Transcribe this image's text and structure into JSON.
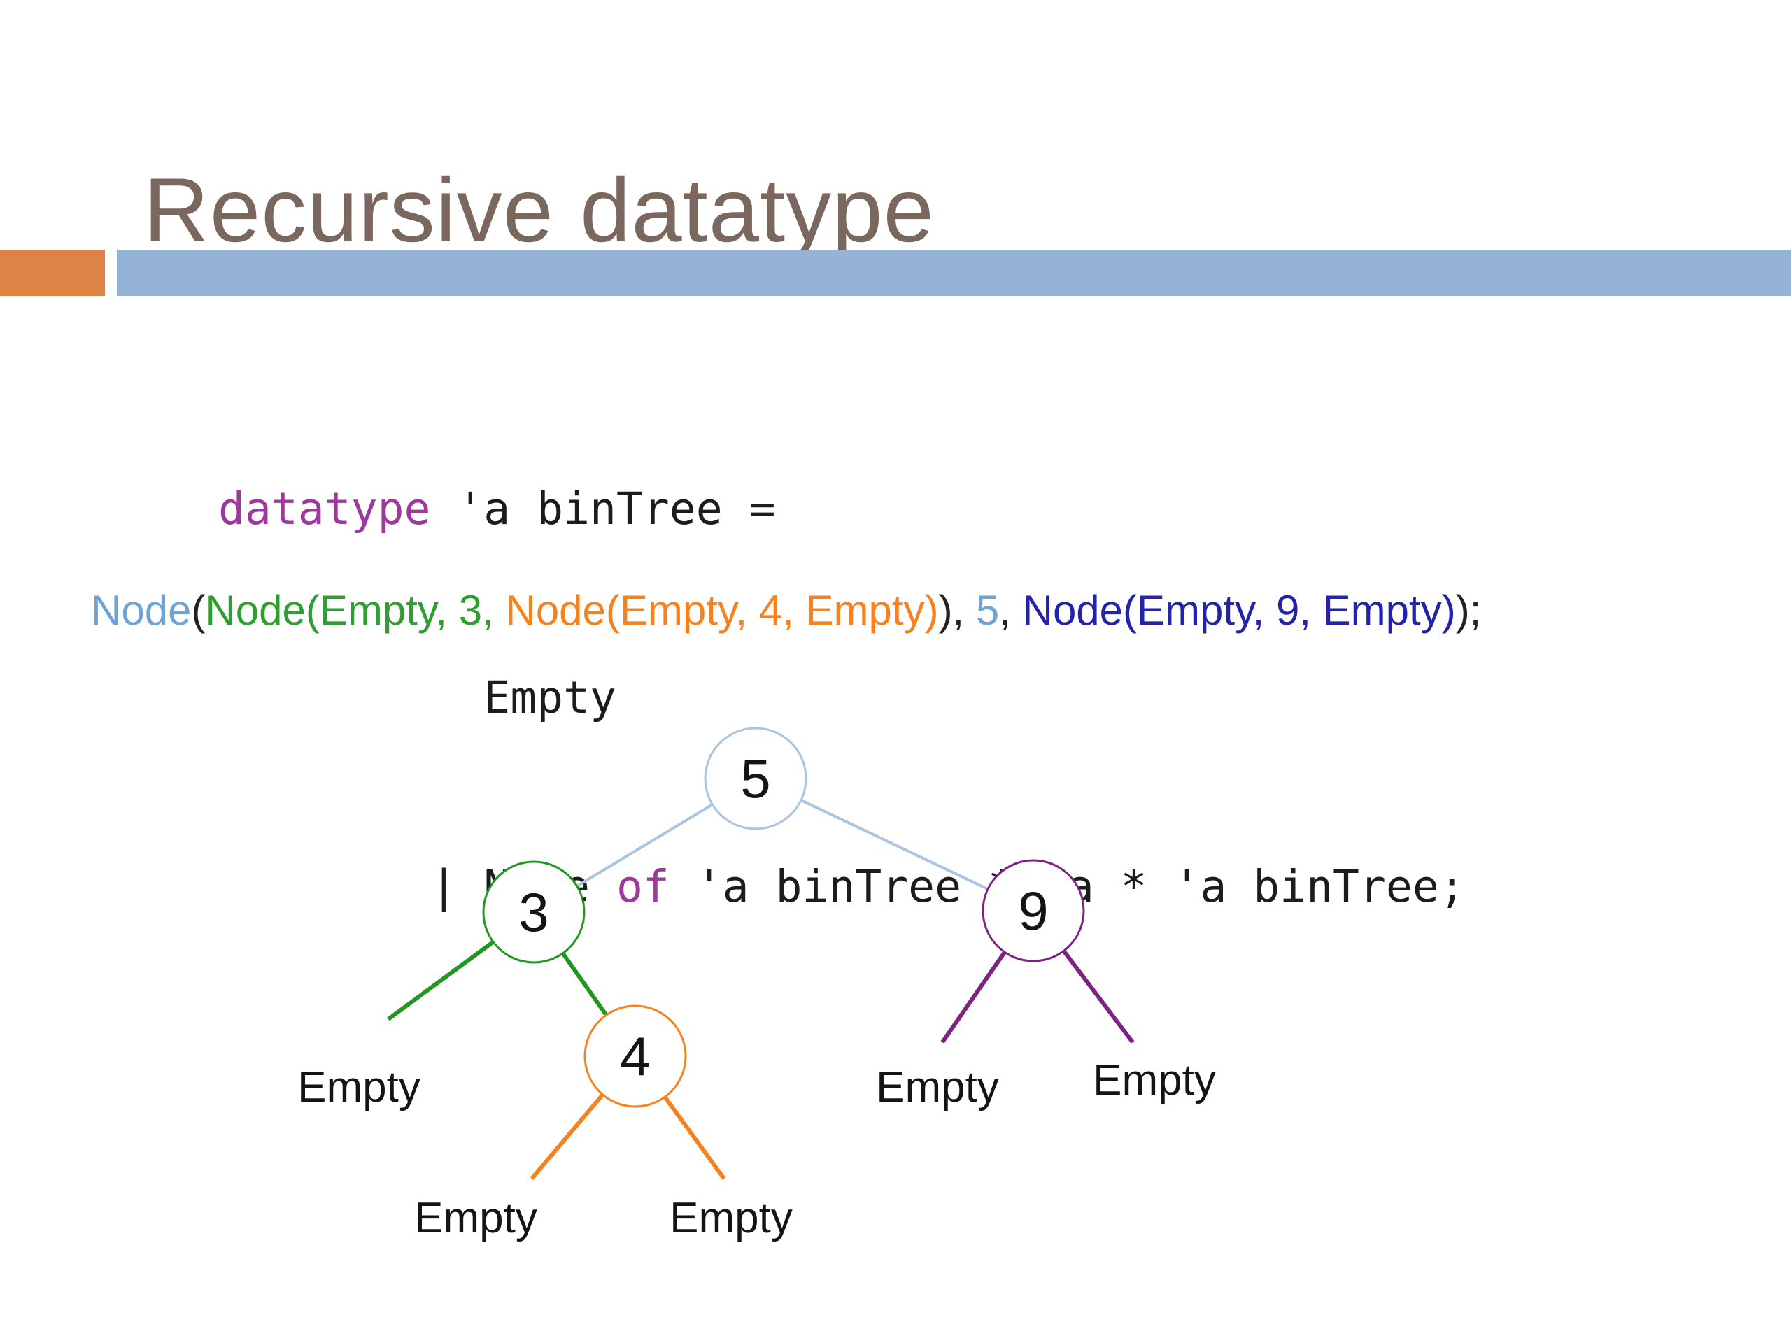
{
  "slide": {
    "title": "Recursive datatype"
  },
  "colors": {
    "title_text": "#7a685e",
    "orange_bar": "#de8245",
    "blue_bar": "#95b3d6",
    "code_text": "#1c1c1c",
    "keyword_purple": "#9c3a9c",
    "expr_lightblue": "#6fa3d3",
    "expr_green": "#2e9e30",
    "expr_orange": "#f5821f",
    "expr_navy": "#2222aa",
    "expr_dark": "#222222",
    "tree_blue": "#a9c5e2",
    "tree_green": "#229622",
    "tree_orange": "#f5821f",
    "tree_purple": "#7d2482",
    "label_text": "#141414"
  },
  "code": {
    "lines": [
      {
        "segments": [
          {
            "text": "datatype",
            "color": "purple"
          },
          {
            "text": " 'a binTree =",
            "color": "code"
          }
        ]
      },
      {
        "segments": [
          {
            "text": "          Empty",
            "color": "code"
          }
        ]
      },
      {
        "segments": [
          {
            "text": "        | Node ",
            "color": "code"
          },
          {
            "text": "of",
            "color": "purple"
          },
          {
            "text": " 'a binTree * 'a * 'a binTree;",
            "color": "code"
          }
        ]
      }
    ]
  },
  "expression": {
    "segments": [
      {
        "text": "Node",
        "color": "lightblue"
      },
      {
        "text": "(",
        "color": "dark"
      },
      {
        "text": "Node(Empty, 3, ",
        "color": "green"
      },
      {
        "text": "Node(Empty, 4, Empty)",
        "color": "orange"
      },
      {
        "text": "), ",
        "color": "dark"
      },
      {
        "text": "5",
        "color": "lightblue"
      },
      {
        "text": ", ",
        "color": "dark"
      },
      {
        "text": "Node(Empty, 9, Empty)",
        "color": "navy"
      },
      {
        "text": ");",
        "color": "dark"
      }
    ]
  },
  "tree": {
    "nodes": [
      {
        "id": "root",
        "value": "5"
      },
      {
        "id": "left-child",
        "value": "3"
      },
      {
        "id": "right-child",
        "value": "9"
      },
      {
        "id": "left-right-child",
        "value": "4"
      }
    ],
    "empty_labels": [
      {
        "text": "Empty"
      },
      {
        "text": "Empty"
      },
      {
        "text": "Empty"
      },
      {
        "text": "Empty"
      },
      {
        "text": "Empty"
      }
    ]
  }
}
